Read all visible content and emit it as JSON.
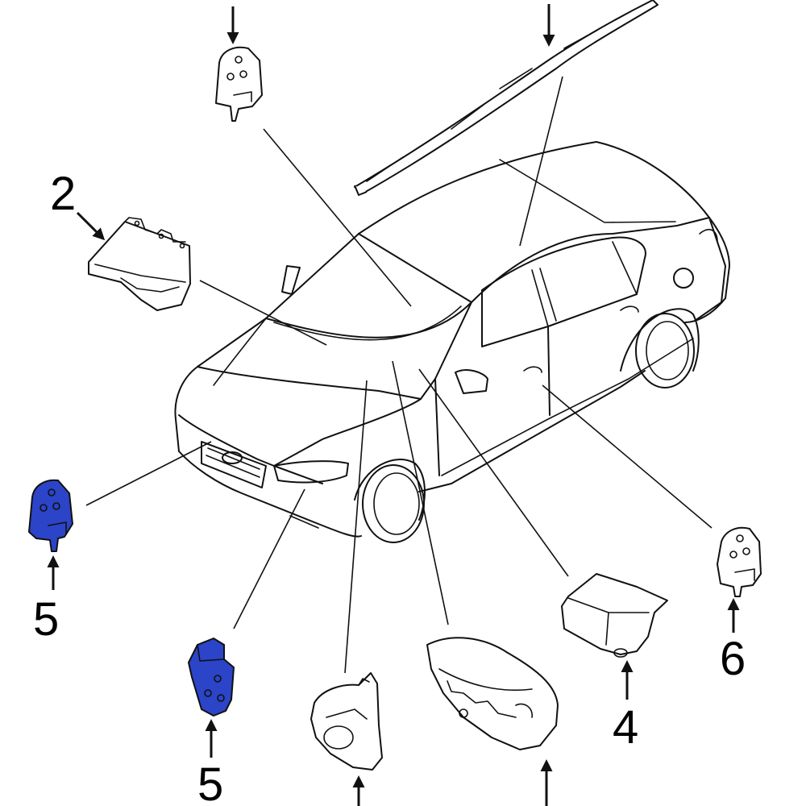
{
  "callouts": {
    "c2": "2",
    "c4": "4",
    "c5_upper": "5",
    "c5_lower": "5",
    "c6": "6"
  },
  "colors": {
    "highlight": "#2b44c8",
    "line": "#111111",
    "background": "#ffffff"
  }
}
